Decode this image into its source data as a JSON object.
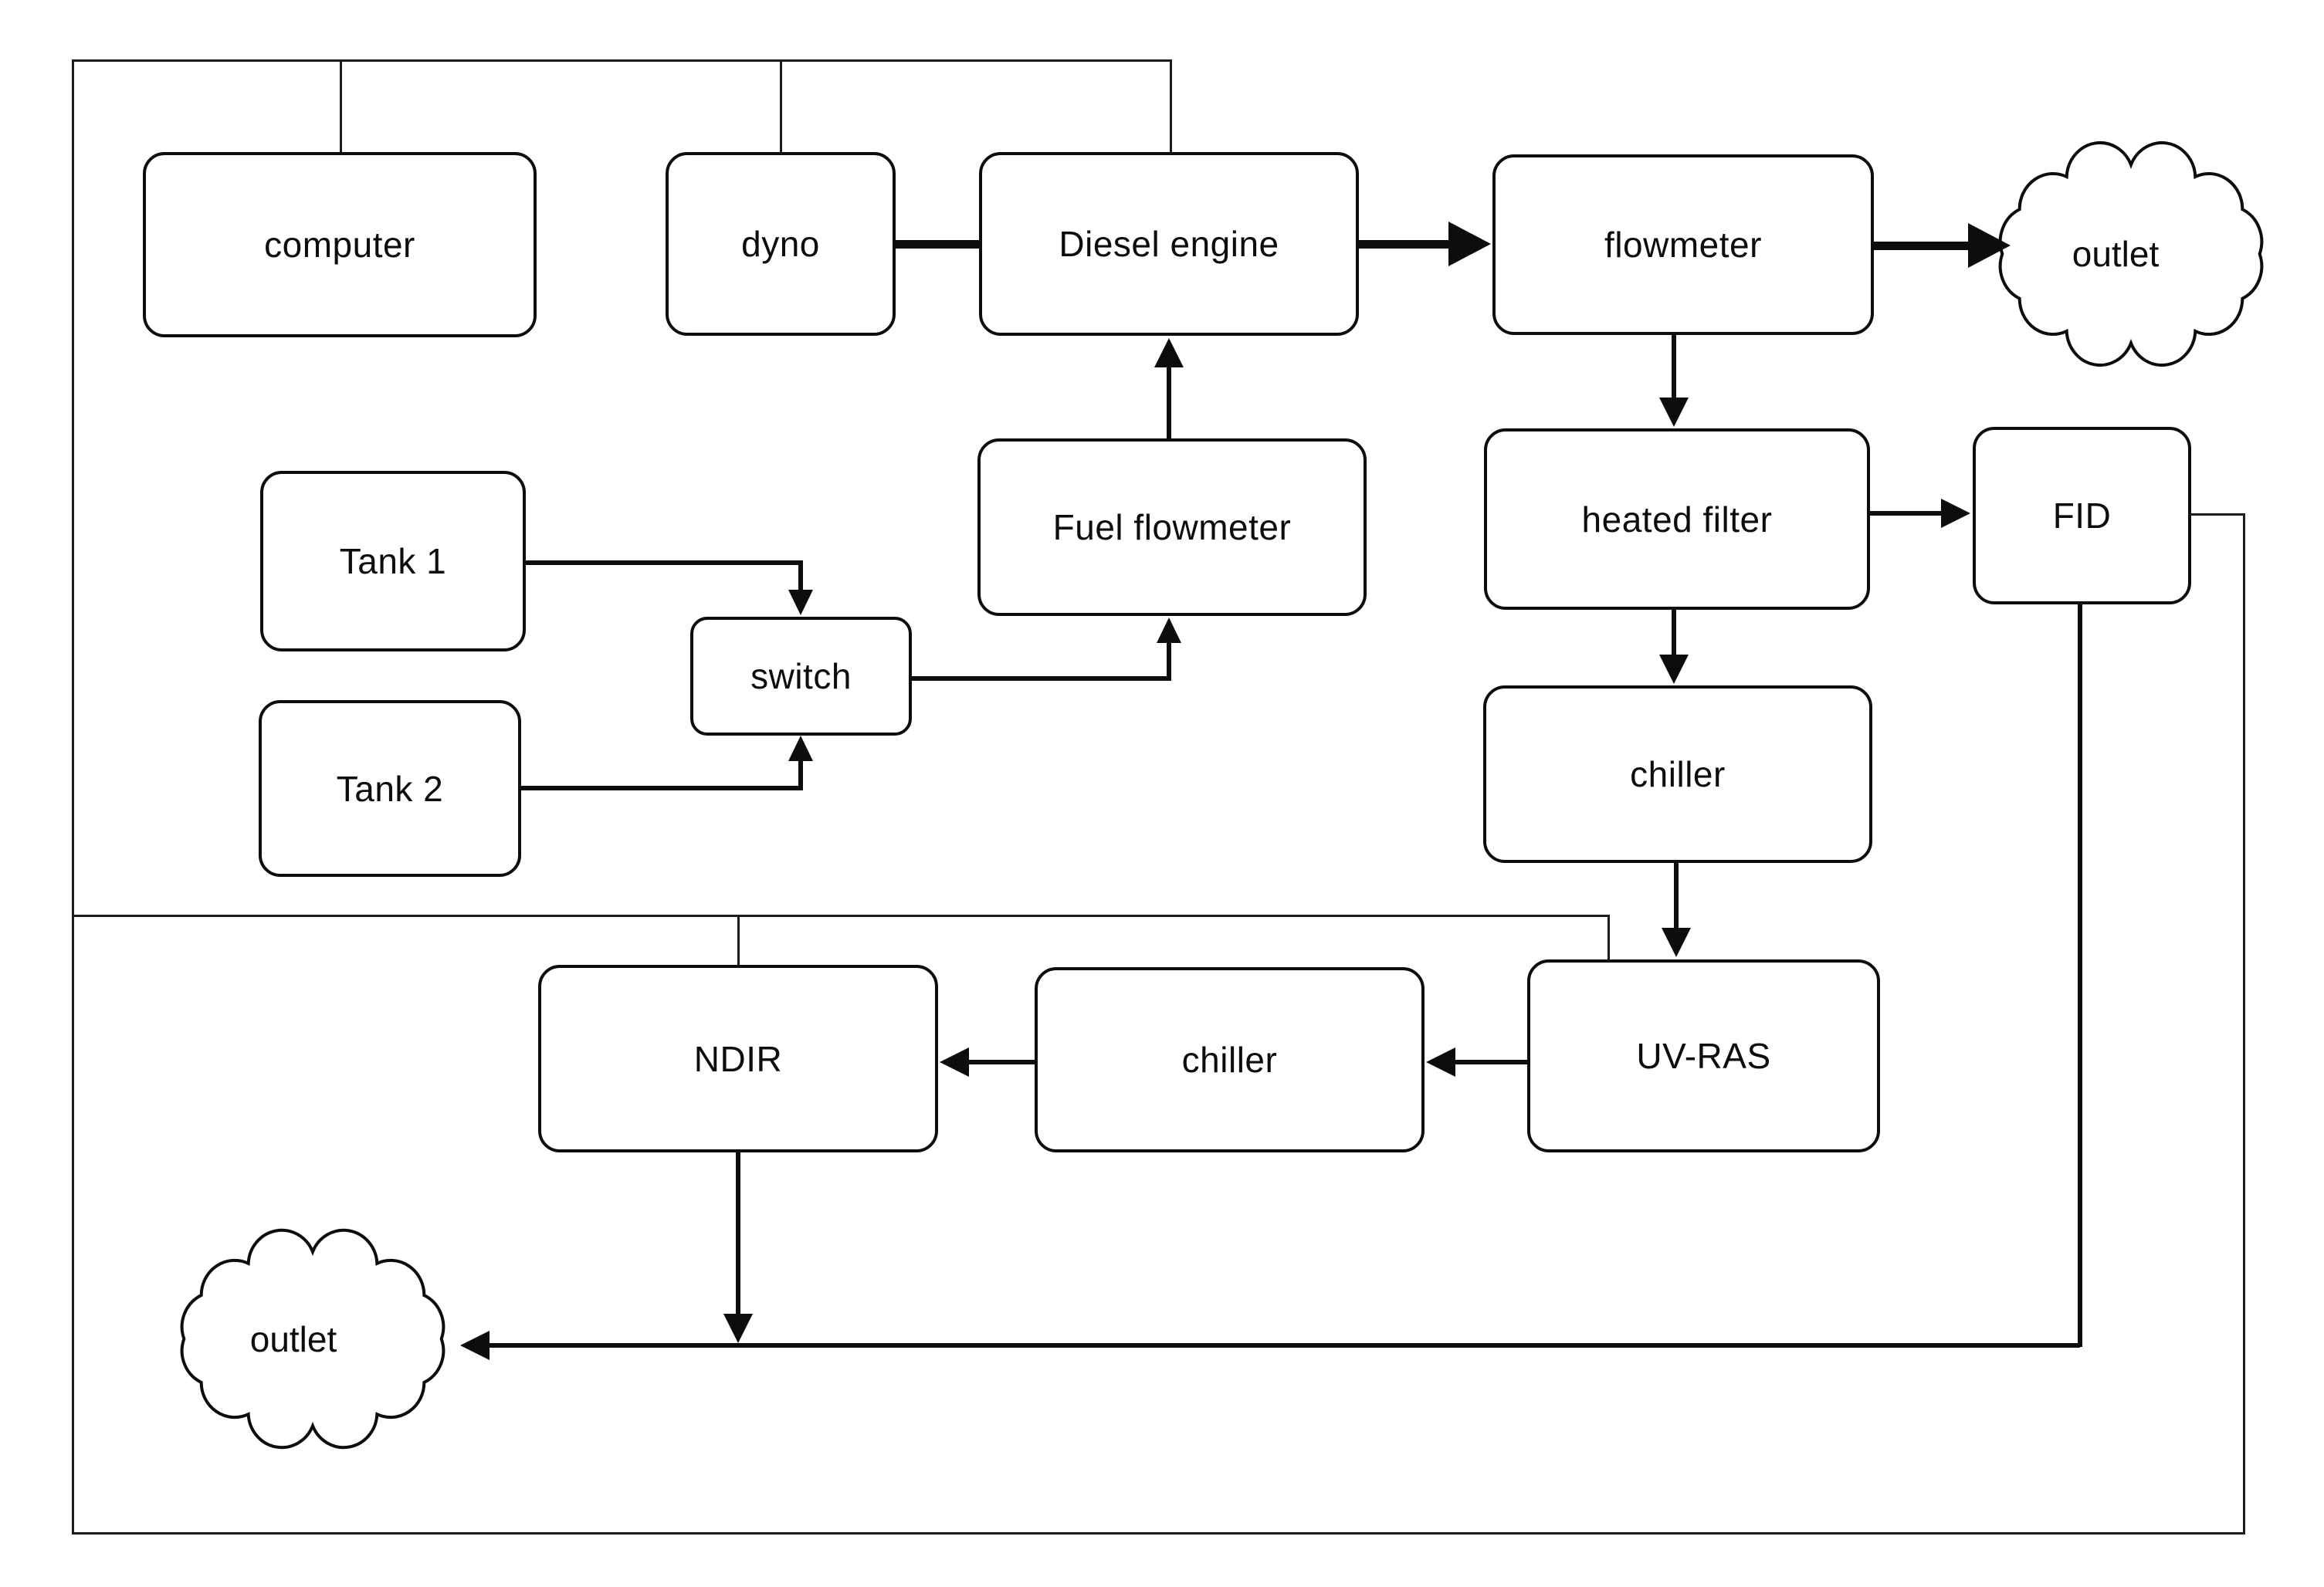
{
  "diagram": {
    "colors": {
      "line": "#0d0d0d",
      "background": "#ffffff",
      "box_fill": "#ffffff",
      "text": "#0d0d0d"
    },
    "nodes": [
      {
        "id": "computer",
        "label": "computer",
        "shape": "rounded-box"
      },
      {
        "id": "dyno",
        "label": "dyno",
        "shape": "rounded-box"
      },
      {
        "id": "diesel-engine",
        "label": "Diesel engine",
        "shape": "rounded-box"
      },
      {
        "id": "flowmeter",
        "label": "flowmeter",
        "shape": "rounded-box"
      },
      {
        "id": "outlet-exhaust",
        "label": "outlet",
        "shape": "cloud"
      },
      {
        "id": "fuel-flowmeter",
        "label": "Fuel flowmeter",
        "shape": "rounded-box"
      },
      {
        "id": "tank-1",
        "label": "Tank 1",
        "shape": "rounded-box"
      },
      {
        "id": "tank-2",
        "label": "Tank 2",
        "shape": "rounded-box"
      },
      {
        "id": "switch",
        "label": "switch",
        "shape": "rounded-box"
      },
      {
        "id": "heated-filter",
        "label": "heated filter",
        "shape": "rounded-box"
      },
      {
        "id": "fid",
        "label": "FID",
        "shape": "rounded-box"
      },
      {
        "id": "chiller-upper",
        "label": "chiller",
        "shape": "rounded-box"
      },
      {
        "id": "uv-ras",
        "label": "UV-RAS",
        "shape": "rounded-box"
      },
      {
        "id": "chiller-lower",
        "label": "chiller",
        "shape": "rounded-box"
      },
      {
        "id": "ndir",
        "label": "NDIR",
        "shape": "rounded-box"
      },
      {
        "id": "outlet-analyzer",
        "label": "outlet",
        "shape": "cloud"
      }
    ],
    "edges": [
      {
        "from": "dyno",
        "to": "diesel-engine",
        "style": "thick-line"
      },
      {
        "from": "diesel-engine",
        "to": "flowmeter",
        "style": "thick-arrow"
      },
      {
        "from": "flowmeter",
        "to": "outlet-exhaust",
        "style": "thick-arrow"
      },
      {
        "from": "flowmeter",
        "to": "heated-filter",
        "style": "arrow-down"
      },
      {
        "from": "heated-filter",
        "to": "fid",
        "style": "arrow-right"
      },
      {
        "from": "heated-filter",
        "to": "chiller-upper",
        "style": "arrow-down"
      },
      {
        "from": "chiller-upper",
        "to": "uv-ras",
        "style": "arrow-down"
      },
      {
        "from": "uv-ras",
        "to": "chiller-lower",
        "style": "arrow-left"
      },
      {
        "from": "chiller-lower",
        "to": "ndir",
        "style": "arrow-left"
      },
      {
        "from": "ndir",
        "to": "outlet-analyzer",
        "style": "arrow-down-then-left"
      },
      {
        "from": "fid",
        "to": "outlet-analyzer",
        "style": "line-down-then-left"
      },
      {
        "from": "tank-1",
        "to": "switch",
        "style": "arrow-elbow-down"
      },
      {
        "from": "tank-2",
        "to": "switch",
        "style": "arrow-elbow-up"
      },
      {
        "from": "switch",
        "to": "fuel-flowmeter",
        "style": "arrow-elbow-up"
      },
      {
        "from": "fuel-flowmeter",
        "to": "diesel-engine",
        "style": "arrow-up"
      },
      {
        "from": "frame-top",
        "to": "computer",
        "style": "plain-line"
      },
      {
        "from": "frame-top",
        "to": "dyno",
        "style": "plain-line"
      },
      {
        "from": "frame-top",
        "to": "diesel-engine",
        "style": "plain-line"
      },
      {
        "from": "frame-separator",
        "to": "ndir",
        "style": "plain-line"
      },
      {
        "from": "frame-separator",
        "to": "uv-ras",
        "style": "plain-line"
      },
      {
        "from": "fid",
        "to": "frame-right",
        "style": "plain-line"
      }
    ]
  }
}
